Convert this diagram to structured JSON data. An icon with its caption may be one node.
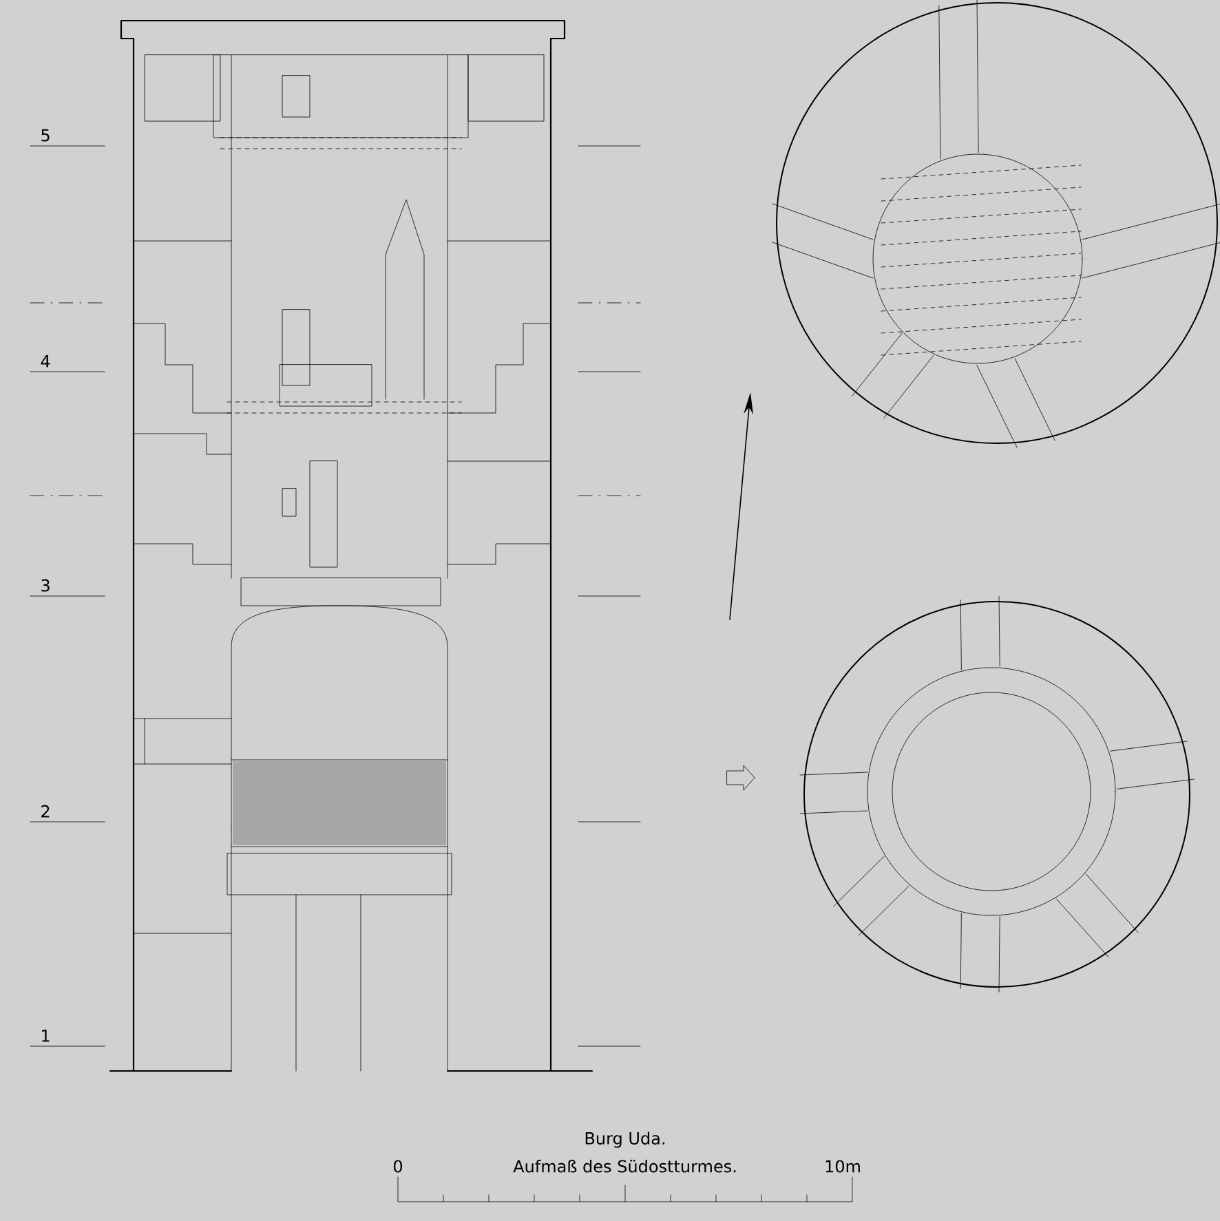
{
  "diagram": {
    "title": "Burg Uda.",
    "caption": "Aufmaß des Südostturmes.",
    "labels": [
      "5",
      "4",
      "3",
      "2",
      "1",
      "0",
      "10m"
    ]
  }
}
